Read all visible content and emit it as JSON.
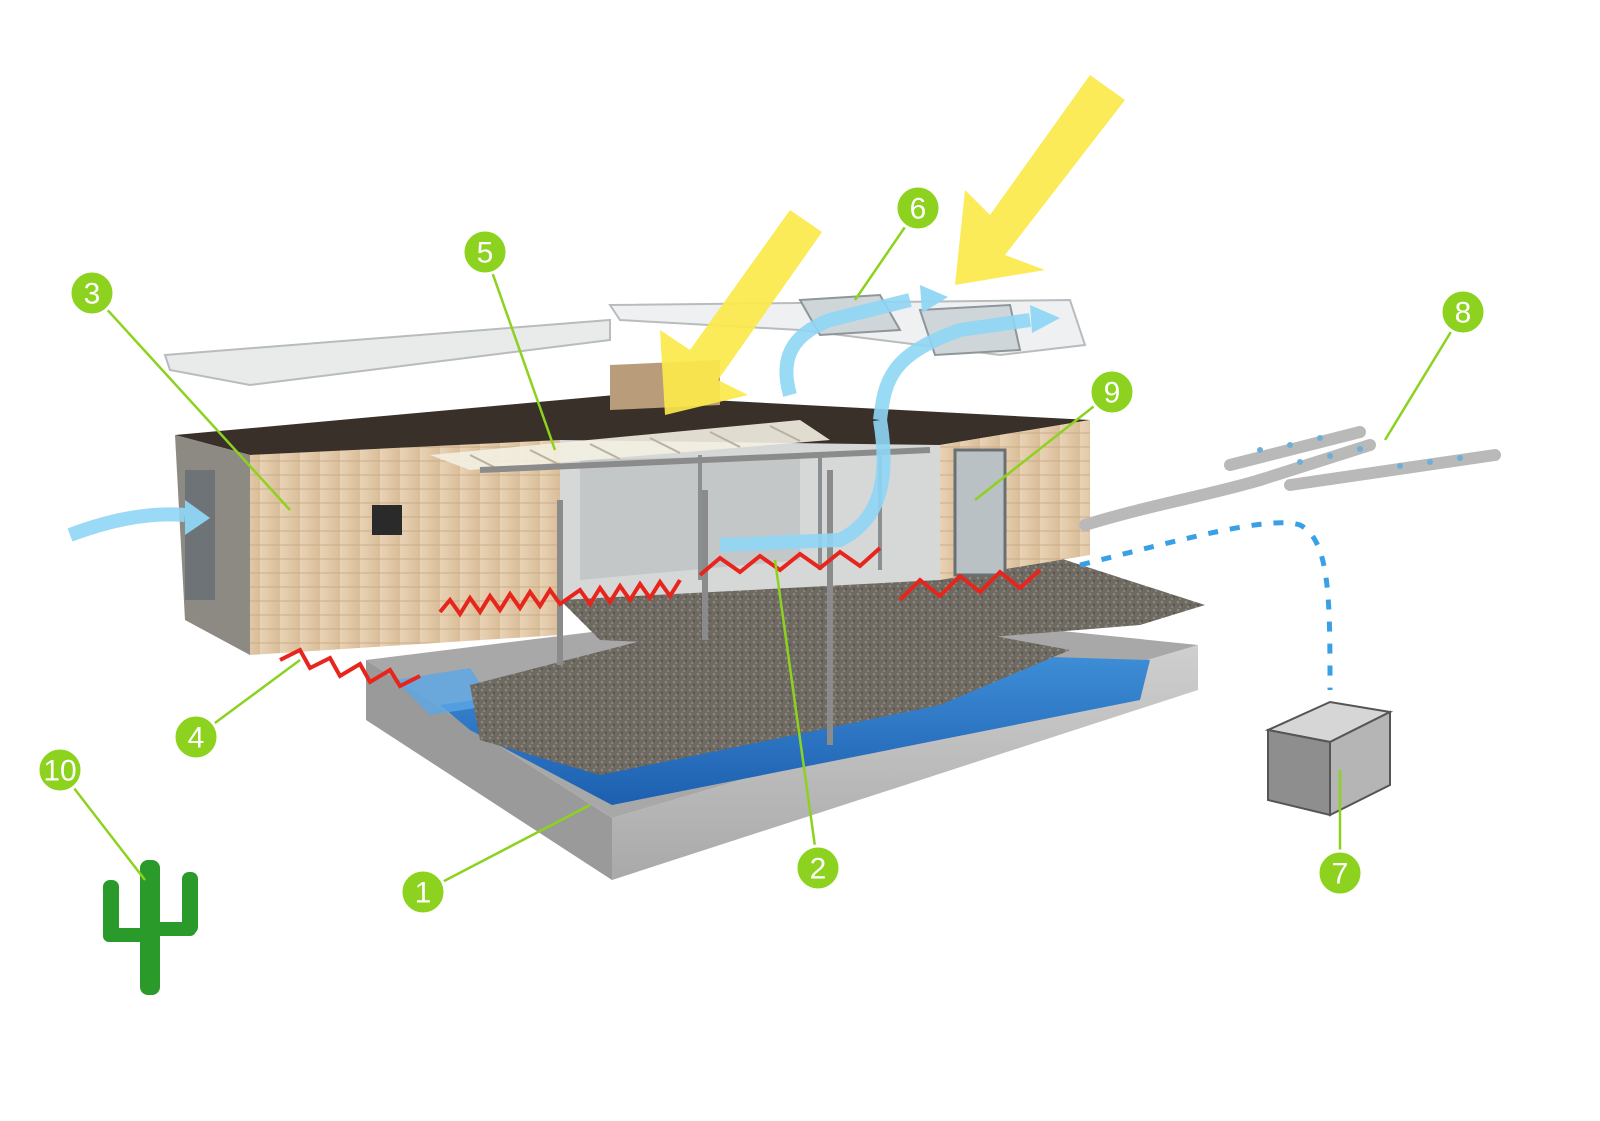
{
  "callouts": [
    {
      "id": "1",
      "label": "1"
    },
    {
      "id": "2",
      "label": "2"
    },
    {
      "id": "3",
      "label": "3"
    },
    {
      "id": "4",
      "label": "4"
    },
    {
      "id": "5",
      "label": "5"
    },
    {
      "id": "6",
      "label": "6"
    },
    {
      "id": "7",
      "label": "7"
    },
    {
      "id": "8",
      "label": "8"
    },
    {
      "id": "9",
      "label": "9"
    },
    {
      "id": "10",
      "label": "10"
    }
  ],
  "colors": {
    "callout": "#8cd21e",
    "leader": "#8cd21e",
    "sun": "#fbe94a",
    "airflow": "#8fd6f5",
    "heating": "#e8251c",
    "water": "#2f78c8",
    "wood": "#e7cfb0",
    "concrete": "#bdbdbd",
    "cactus": "#2a9a2a"
  }
}
